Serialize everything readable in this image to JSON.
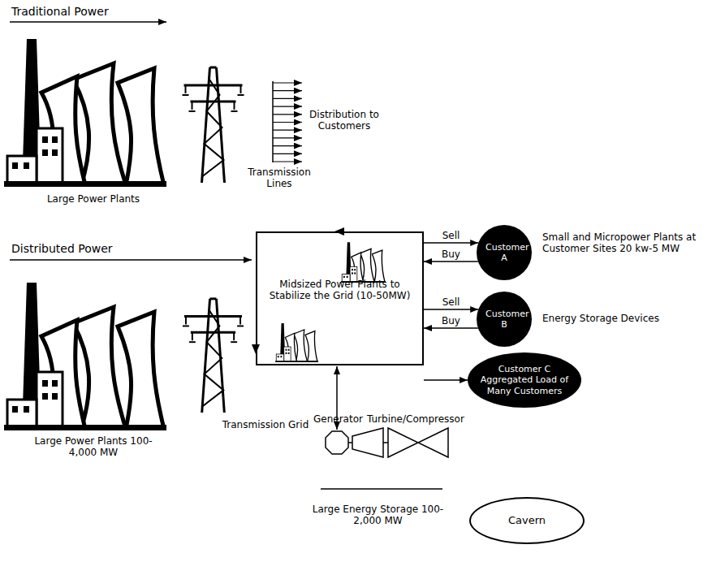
{
  "diagram": {
    "nodes": [
      {
        "text": [
          "Midsized Power Plants to Stabilize the Grid (10-50MW)"
        ]
      },
      {
        "text": [
          "Customer A",
          "Small and Micropower Plants at Customer Sites 20 kw-5 MW"
        ]
      },
      {
        "text": [
          "Customer B",
          "Energy Storage Devices"
        ]
      },
      {
        "text": [
          "Customer C Aggregated Load of Many Customers"
        ]
      },
      {
        "text": [
          "Cavern"
        ]
      }
    ],
    "edges": [
      {
        "from": 0,
        "to": 1,
        "label": "Sell",
        "arrow": "to"
      },
      {
        "from": 1,
        "to": 0,
        "label": "Buy",
        "arrow": "to"
      },
      {
        "from": 0,
        "to": 2,
        "label": "Sell",
        "arrow": "to"
      },
      {
        "from": 2,
        "to": 0,
        "label": "Buy",
        "arrow": "to"
      },
      {
        "from": 0,
        "to": 3,
        "arrow": "to"
      }
    ],
    "labels": [
      "Traditional Power",
      "Distribution to Customers",
      "Transmission Lines",
      "Large Power Plants",
      "Distributed Power",
      "Large Power Plants 100-4,000 MW",
      "Transmission Grid",
      "Generator",
      "Turbine/Compressor",
      "Large Energy Storage 100-2,000 MW"
    ]
  }
}
